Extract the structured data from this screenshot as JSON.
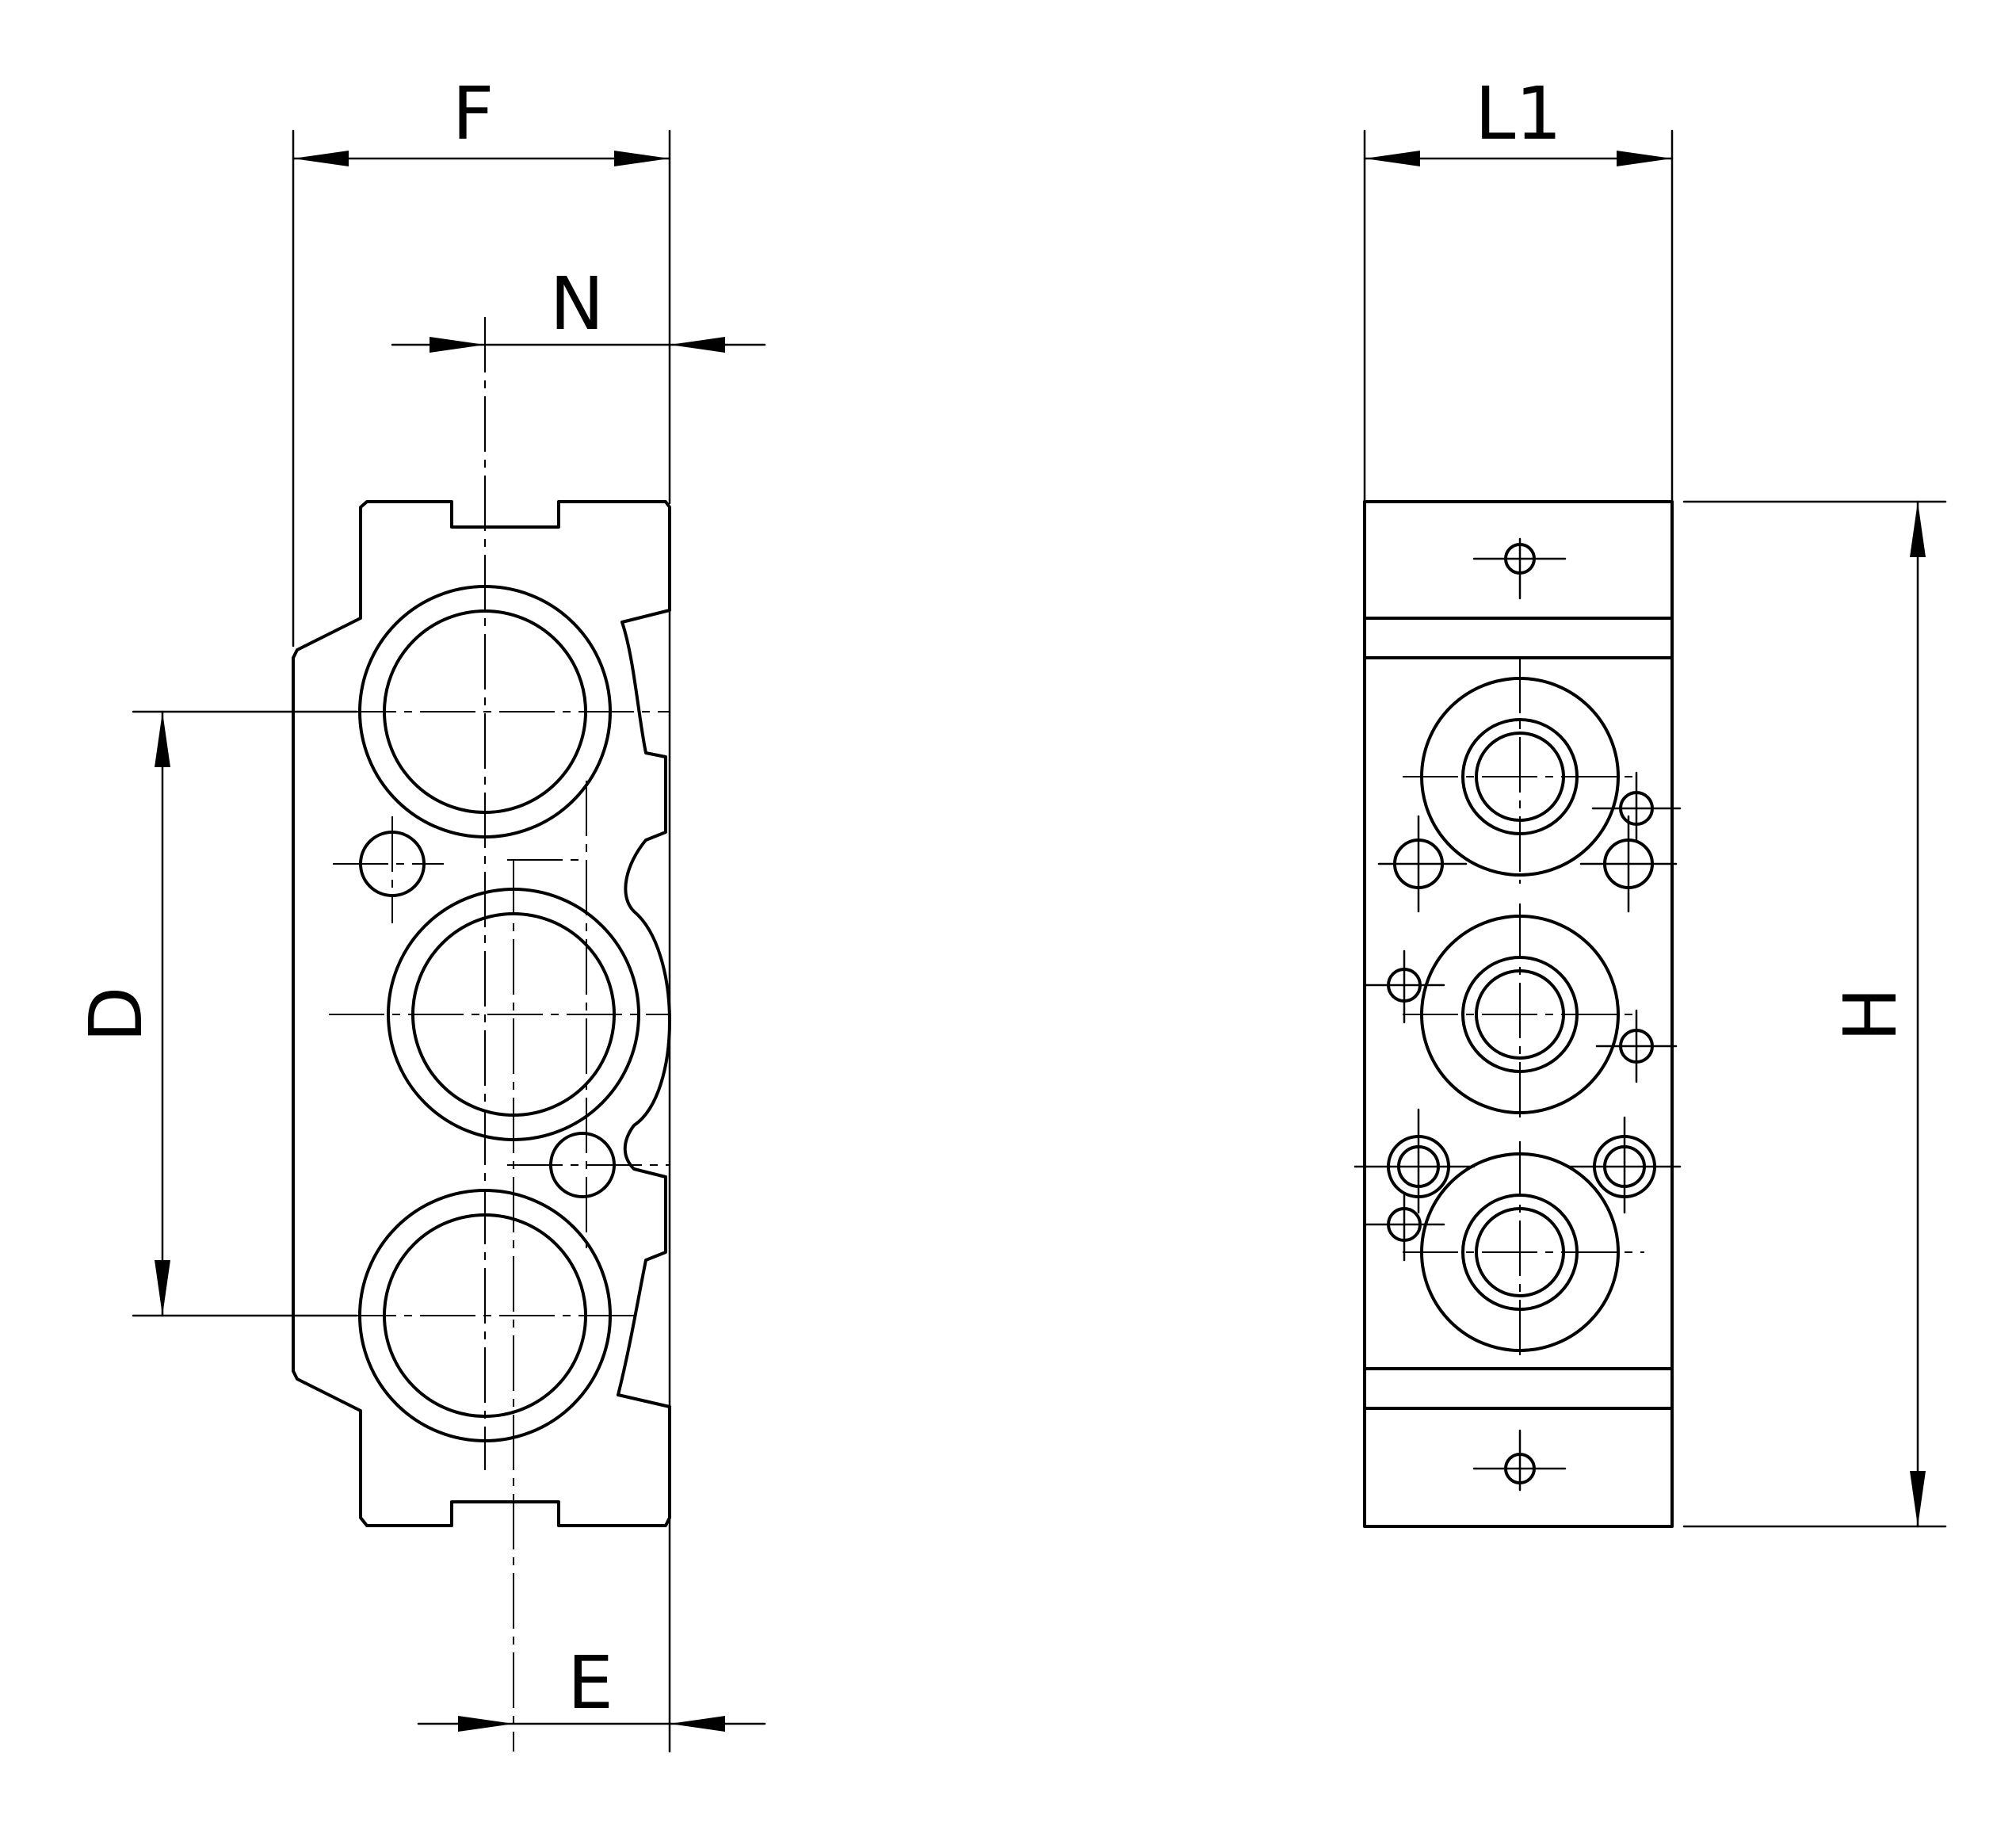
{
  "labels": {
    "F": "F",
    "N": "N",
    "D": "D",
    "E": "E",
    "L1": "L1",
    "H": "H"
  }
}
